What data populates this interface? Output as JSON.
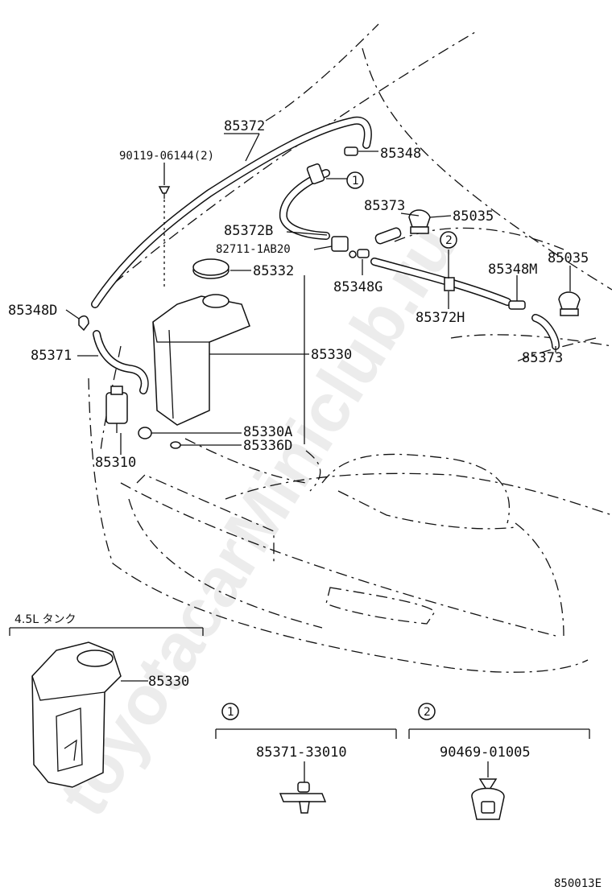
{
  "watermark": "toyotacarMiniclub.ru",
  "parts": {
    "p85372": "85372",
    "p90119": "90119-06144(2)",
    "p85348": "85348",
    "p85373_top": "85373",
    "p85035_a": "85035",
    "p85372B": "85372B",
    "p82711": "82711-1AB20",
    "p85332": "85332",
    "p85348G": "85348G",
    "p85348M": "85348M",
    "p85035_b": "85035",
    "p85348D": "85348D",
    "p85372H": "85372H",
    "p85371": "85371",
    "p85330": "85330",
    "p85373_bottom": "85373",
    "p85330A": "85330A",
    "p85336D": "85336D",
    "p85310": "85310",
    "p85330_tank": "85330"
  },
  "callouts": {
    "c1": "1",
    "c2": "2"
  },
  "inset": {
    "title": "4.5L タンク"
  },
  "detail": {
    "left_num": "1",
    "left_part": "85371-33010",
    "right_num": "2",
    "right_part": "90469-01005"
  },
  "figure_code": "850013E"
}
